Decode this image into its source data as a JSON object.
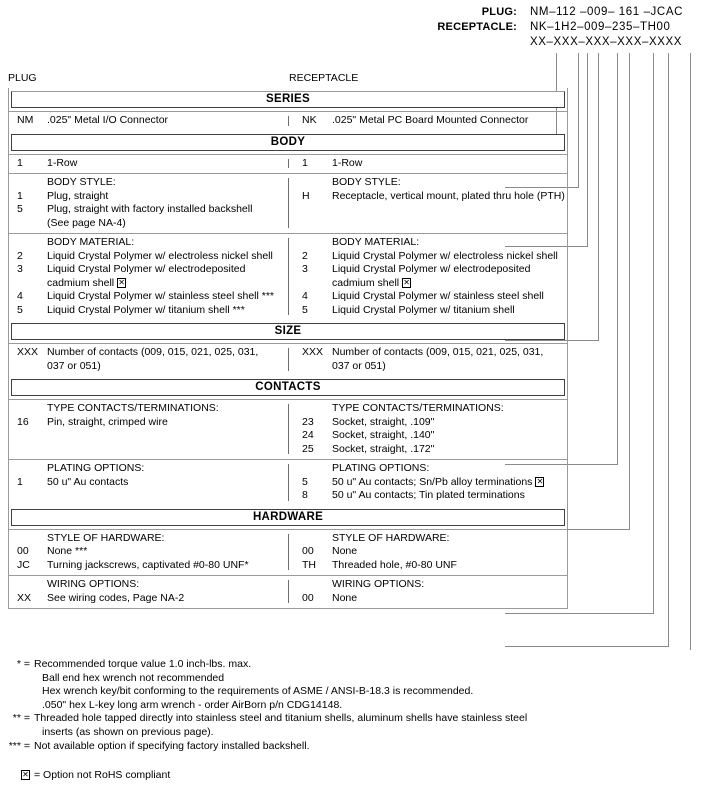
{
  "header": {
    "rows": [
      {
        "label": "PLUG:",
        "value": "NM–112 –009– 161 –JCAC"
      },
      {
        "label": "RECEPTACLE:",
        "value": "NK–1H2–009–235–TH00"
      },
      {
        "label": "",
        "value": "XX–XXX–XXX–XXX–XXXX"
      }
    ]
  },
  "columns": {
    "plug": "PLUG",
    "receptacle": "RECEPTACLE"
  },
  "sections": {
    "series": {
      "title": "SERIES",
      "plug": {
        "code": "NM",
        "text": ".025\" Metal I/O Connector"
      },
      "recep": {
        "code": "NK",
        "text": ".025\" Metal PC Board Mounted Connector"
      }
    },
    "body": {
      "title": "BODY",
      "row1": {
        "plug": {
          "code": "1",
          "text": "1-Row"
        },
        "recep": {
          "code": "1",
          "text": "1-Row"
        }
      },
      "style": {
        "heading": "BODY STYLE:",
        "plug": [
          {
            "code": "1",
            "text": "Plug, straight"
          },
          {
            "code": "5",
            "text": "Plug, straight with factory installed backshell"
          }
        ],
        "plug_cont": "(See page NA-4)",
        "recep": [
          {
            "code": "H",
            "text": "Receptacle, vertical mount, plated thru hole (PTH)"
          }
        ]
      },
      "material": {
        "heading": "BODY MATERIAL:",
        "plug": [
          {
            "code": "2",
            "text": "Liquid Crystal Polymer w/ electroless nickel shell"
          },
          {
            "code": "3",
            "text": "Liquid Crystal Polymer w/ electrodeposited"
          },
          {
            "code": "4",
            "text": "Liquid Crystal Polymer w/ stainless steel shell ***"
          },
          {
            "code": "5",
            "text": "Liquid Crystal Polymer w/ titanium shell ***"
          }
        ],
        "plug_cont": "cadmium shell",
        "recep": [
          {
            "code": "2",
            "text": "Liquid Crystal Polymer w/ electroless nickel shell"
          },
          {
            "code": "3",
            "text": "Liquid Crystal Polymer w/ electrodeposited"
          },
          {
            "code": "4",
            "text": "Liquid Crystal Polymer w/ stainless steel shell"
          },
          {
            "code": "5",
            "text": "Liquid Crystal Polymer w/ titanium shell"
          }
        ],
        "recep_cont": "cadmium shell"
      }
    },
    "size": {
      "title": "SIZE",
      "plug": {
        "code": "XXX",
        "text": "Number of contacts (009, 015, 021, 025, 031,",
        "cont": "037 or 051)"
      },
      "recep": {
        "code": "XXX",
        "text": "Number of contacts (009, 015, 021, 025, 031,",
        "cont": "037 or 051)"
      }
    },
    "contacts": {
      "title": "CONTACTS",
      "type": {
        "heading": "TYPE CONTACTS/TERMINATIONS:",
        "plug": [
          {
            "code": "16",
            "text": "Pin, straight, crimped wire"
          }
        ],
        "recep": [
          {
            "code": "23",
            "text": "Socket, straight, .109\""
          },
          {
            "code": "24",
            "text": "Socket, straight, .140\""
          },
          {
            "code": "25",
            "text": "Socket, straight, .172\""
          }
        ]
      },
      "plating": {
        "heading": "PLATING OPTIONS:",
        "plug": [
          {
            "code": "1",
            "text": "50 u\" Au contacts"
          }
        ],
        "recep": [
          {
            "code": "5",
            "text": "50 u\" Au contacts; Sn/Pb alloy terminations",
            "rohs": true
          },
          {
            "code": "8",
            "text": "50 u\" Au contacts; Tin plated terminations"
          }
        ]
      }
    },
    "hardware": {
      "title": "HARDWARE",
      "style": {
        "heading": "STYLE OF HARDWARE:",
        "plug": [
          {
            "code": "00",
            "text": "None  ***"
          },
          {
            "code": "JC",
            "text": "Turning jackscrews, captivated #0-80 UNF*"
          }
        ],
        "recep": [
          {
            "code": "00",
            "text": "None"
          },
          {
            "code": "TH",
            "text": "Threaded hole, #0-80 UNF"
          }
        ]
      },
      "wiring": {
        "heading": "WIRING OPTIONS:",
        "plug": [
          {
            "code": "XX",
            "text": "See wiring codes, Page NA-2"
          }
        ],
        "recep": [
          {
            "code": "00",
            "text": "None"
          }
        ]
      }
    }
  },
  "notes": [
    {
      "mark": "* =",
      "lines": [
        "Recommended torque value 1.0 inch-lbs. max.",
        "Ball end hex wrench not recommended",
        "Hex wrench key/bit conforming to the requirements of ASME / ANSI-B-18.3 is recommended.",
        ".050\" hex L-key long arm wrench - order AirBorn p/n CDG14148."
      ]
    },
    {
      "mark": "** =",
      "lines": [
        "Threaded hole tapped directly into stainless steel and titanium shells, aluminum shells have stainless steel",
        "inserts (as shown on previous page)."
      ]
    },
    {
      "mark": "*** =",
      "lines": [
        "Not available option if specifying factory installed backshell."
      ]
    }
  ],
  "rohs_note": {
    "symbol": "☒",
    "text": "= Option not RoHS compliant"
  },
  "colors": {
    "rule": "#9a9a9a",
    "band_border": "#404040",
    "leader": "#8a8a8a",
    "text": "#000000"
  }
}
